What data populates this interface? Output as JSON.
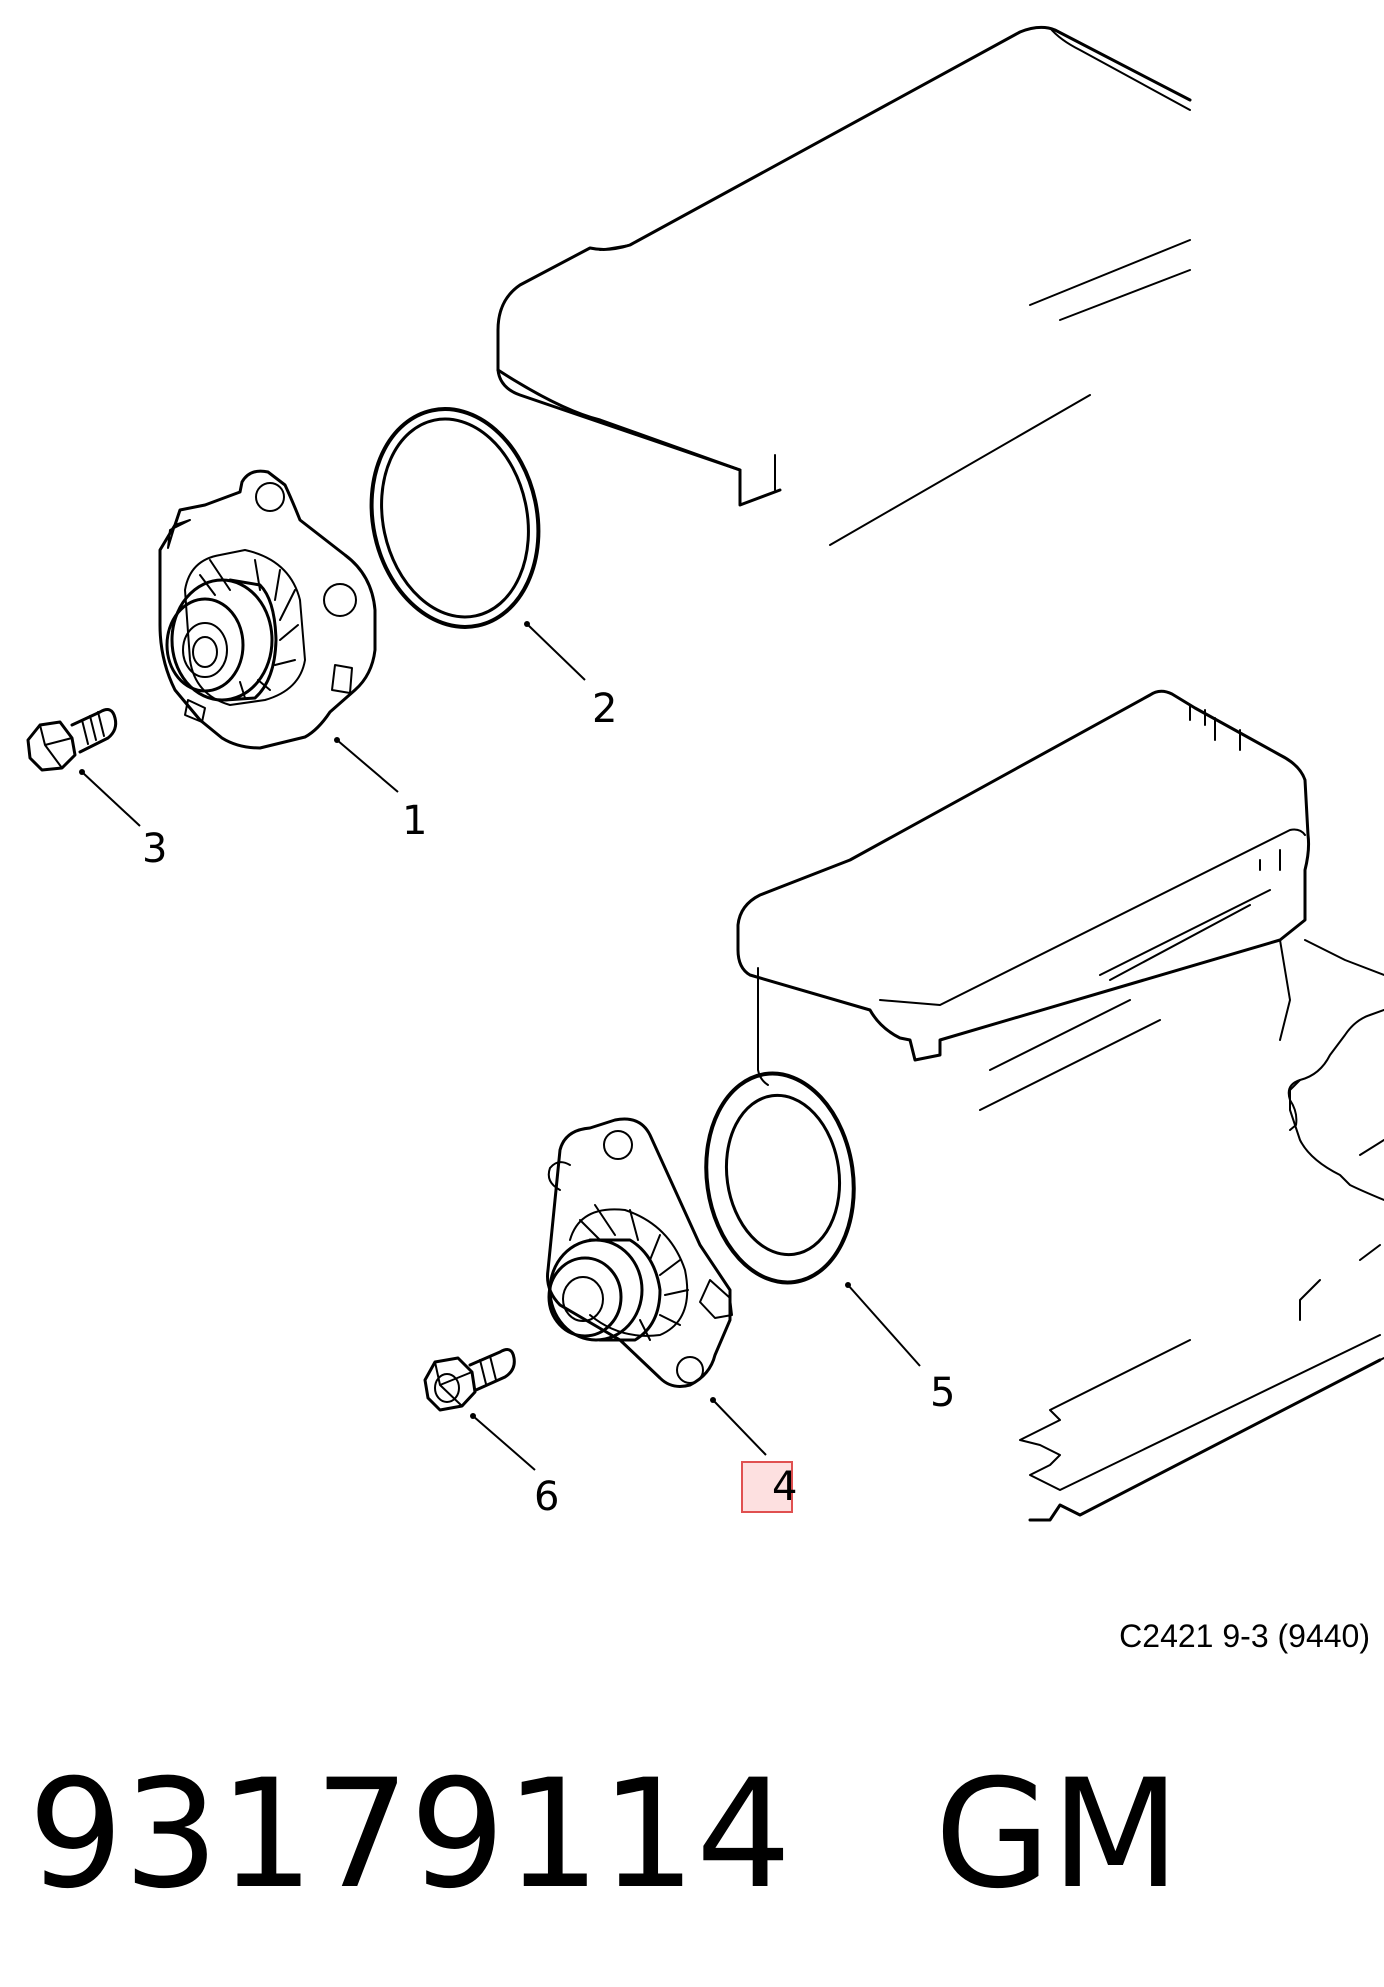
{
  "diagram": {
    "callouts": {
      "c1": "1",
      "c2": "2",
      "c3": "3",
      "c4": "4",
      "c5": "5",
      "c6": "6"
    },
    "reference_code": "C2421 9-3 (9440)",
    "highlight_color": "#f08080"
  },
  "footer": {
    "part_number": "93179114   GM"
  }
}
